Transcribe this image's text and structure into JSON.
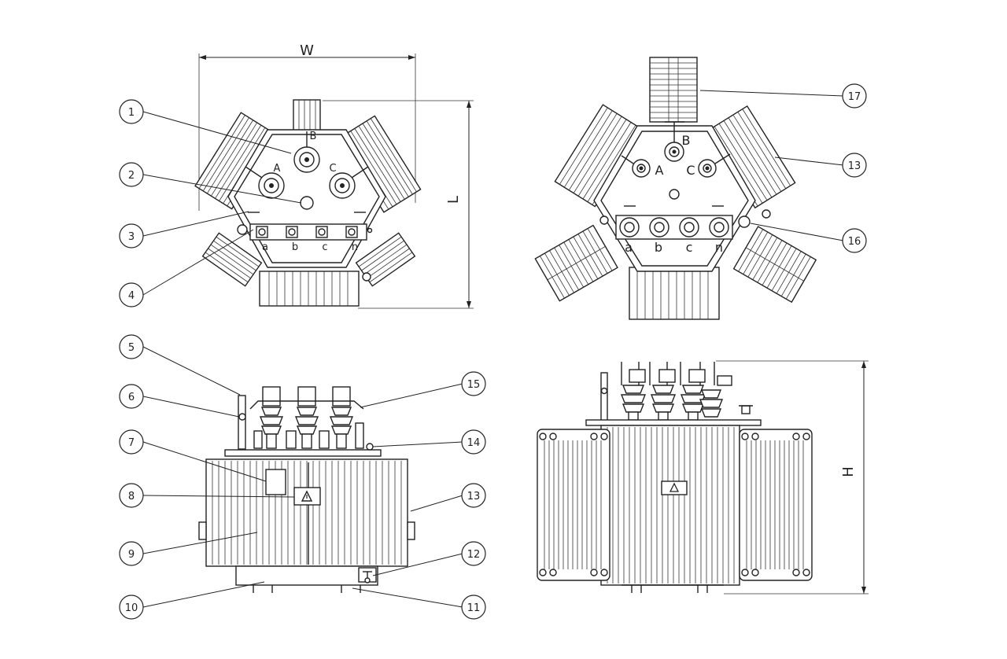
{
  "dimensions": {
    "width": "W",
    "length": "L",
    "height": "H"
  },
  "callouts": [
    "1",
    "2",
    "3",
    "4",
    "5",
    "6",
    "7",
    "8",
    "9",
    "10",
    "11",
    "12",
    "13",
    "14",
    "15",
    "16",
    "17"
  ],
  "callouts_right_top": [
    "17",
    "13",
    "16"
  ],
  "callouts_right_front": [
    "15",
    "14",
    "13",
    "12",
    "11"
  ],
  "callouts_left": [
    "1",
    "2",
    "3",
    "4",
    "5",
    "6",
    "7",
    "8",
    "9",
    "10"
  ],
  "hv_terminals": [
    "A",
    "B",
    "C"
  ],
  "lv_terminals": [
    "a",
    "b",
    "c",
    "n"
  ]
}
